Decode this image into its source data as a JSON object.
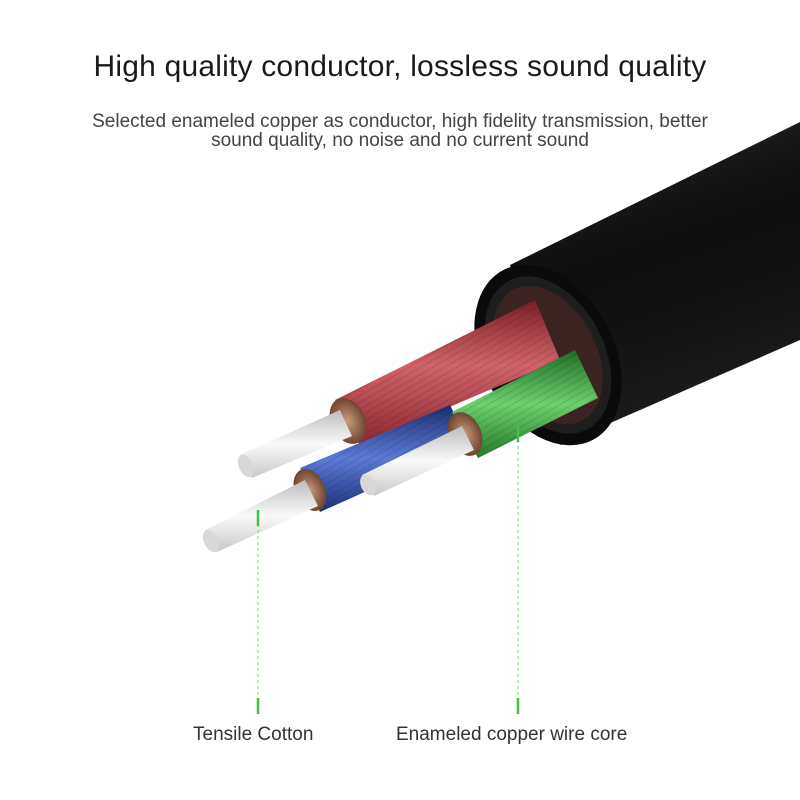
{
  "header": {
    "title": "High quality conductor, lossless sound quality",
    "subtitle": "Selected enameled copper as conductor, high fidelity transmission, better sound quality, no noise and no current sound"
  },
  "callouts": {
    "tensile_cotton": "Tensile Cotton",
    "copper_core": "Enameled copper wire core"
  },
  "colors": {
    "jacket": "#111111",
    "red_wire": "#b23a42",
    "blue_wire": "#2f4fa8",
    "green_wire": "#3ea040",
    "copper": "#9a6a4a",
    "cotton": "#e6e6e6",
    "leader_green": "#3fc43f"
  }
}
